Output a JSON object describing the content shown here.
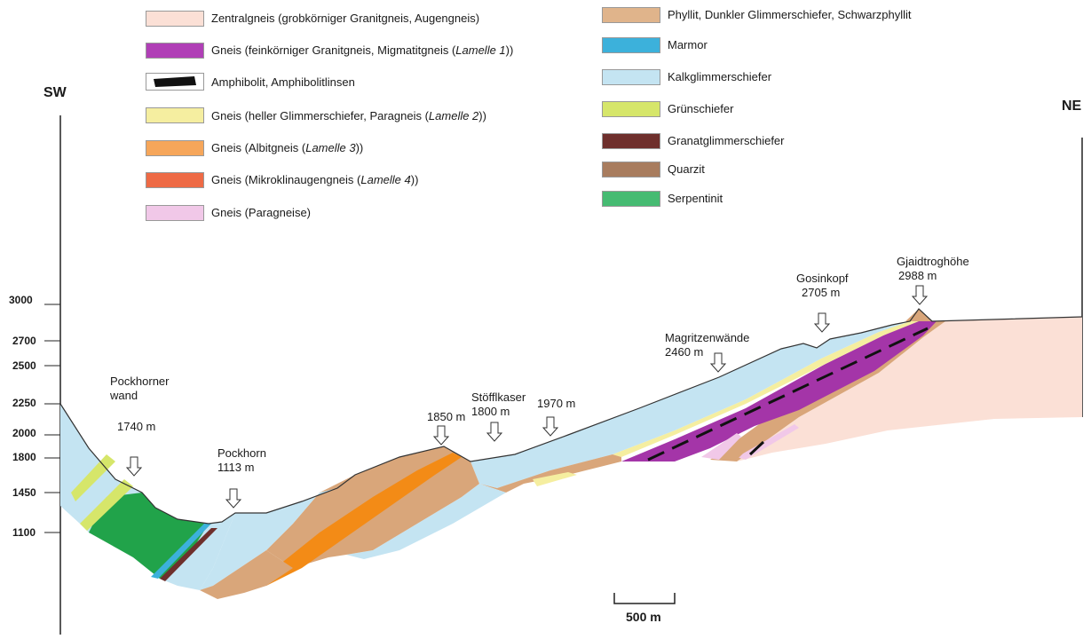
{
  "legend_left": [
    {
      "color": "#fbe0d6",
      "text": "Zentralgneis (grobkörniger Granitgneis, Augengneis)"
    },
    {
      "color": "#b03fb6",
      "text_pre": "Gneis (feinkörniger Granitgneis, Migmatitgneis (",
      "text_em": "Lamelle 1",
      "text_post": "))"
    },
    {
      "color": "#111111",
      "text": "Amphibolit, Amphibolitlinsen"
    },
    {
      "color": "#f5eea0",
      "text_pre": "Gneis (heller Glimmerschiefer, Paragneis (",
      "text_em": "Lamelle 2",
      "text_post": "))"
    },
    {
      "color": "#f6a65a",
      "text_pre": "Gneis (Albitgneis (",
      "text_em": "Lamelle 3",
      "text_post": "))"
    },
    {
      "color": "#ee6a45",
      "text_pre": "Gneis (Mikroklinaugengneis (",
      "text_em": "Lamelle 4",
      "text_post": "))"
    },
    {
      "color": "#f1c8e8",
      "text": "Gneis (Paragneise)"
    }
  ],
  "legend_right": [
    {
      "color": "#e0b48b",
      "text": "Phyllit, Dunkler Glimmerschiefer, Schwarzphyllit"
    },
    {
      "color": "#3cb1db",
      "text": "Marmor"
    },
    {
      "color": "#c4e4f2",
      "text": "Kalkglimmerschiefer"
    },
    {
      "color": "#d6e66a",
      "text": "Grünschiefer"
    },
    {
      "color": "#6e2f2c",
      "text": "Granatglimmerschiefer"
    },
    {
      "color": "#a87c5e",
      "text": "Quarzit"
    },
    {
      "color": "#46bb72",
      "text": "Serpentinit"
    }
  ],
  "directions": {
    "left": "SW",
    "right": "NE"
  },
  "elevation_ticks": [
    "3000",
    "2700",
    "2500",
    "2250",
    "2000",
    "1800",
    "1450",
    "1100"
  ],
  "peaks": [
    {
      "name": "Pockhorner\nwand",
      "elev": "1740 m"
    },
    {
      "name": "Pockhorn",
      "elev": "1113 m"
    },
    {
      "name": "",
      "elev": "1850 m"
    },
    {
      "name": "Stöfflkaser",
      "elev": "1800 m"
    },
    {
      "name": "",
      "elev": "1970 m"
    },
    {
      "name": "Magritzenwände",
      "elev": "2460 m"
    },
    {
      "name": "Gosinkopf",
      "elev": "2705 m"
    },
    {
      "name": "Gjaidtroghöhe",
      "elev": "2988 m"
    }
  ],
  "scale_bar": "500 m"
}
